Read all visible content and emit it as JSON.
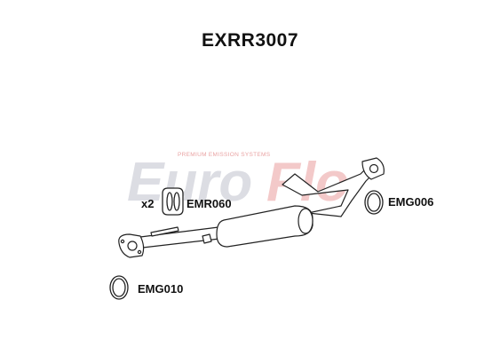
{
  "title": "EXRR3007",
  "watermark": {
    "brand_part1": "Euro",
    "brand_part2": "Flo",
    "tagline": "PREMIUM EMISSION SYSTEMS"
  },
  "parts": [
    {
      "code": "EMR060",
      "quantity": "x2",
      "icon": "rubber-hanger-icon"
    },
    {
      "code": "EMG006",
      "icon": "gasket-ring-icon"
    },
    {
      "code": "EMG010",
      "icon": "gasket-ring-icon"
    }
  ],
  "colors": {
    "text": "#111111",
    "watermark_grey": "#dcdde3",
    "watermark_red": "#f1c4c4",
    "line": "#222222"
  }
}
